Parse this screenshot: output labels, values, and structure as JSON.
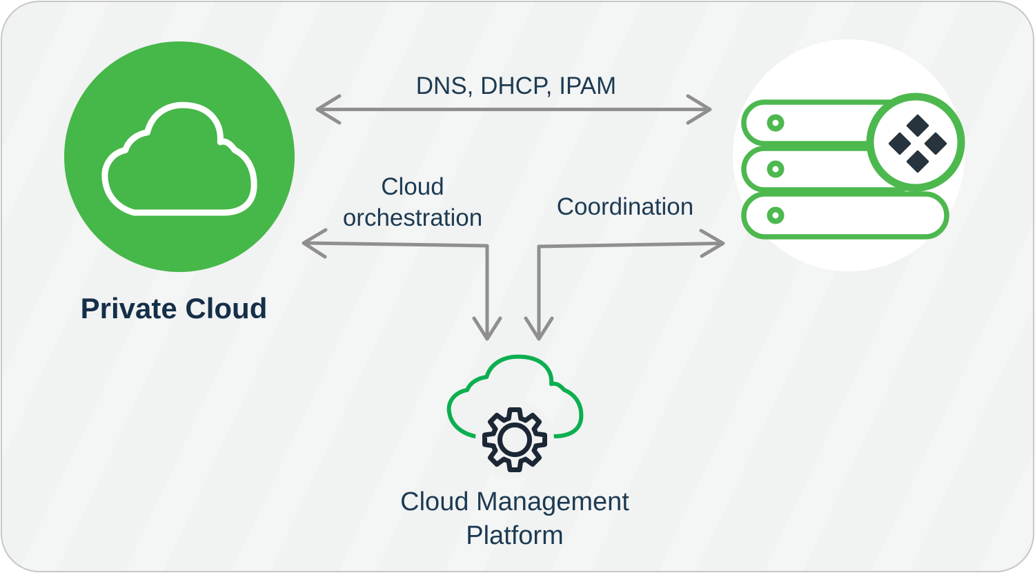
{
  "diagram": {
    "colors": {
      "card_bg": "#F1F2F2",
      "green_primary": "#46B749",
      "green_server": "#4CB84E",
      "green_cloud": "#0CAF50",
      "arrow_gray": "#8F8F8F",
      "navy_text": "#1C3A52",
      "navy_heading": "#152F49",
      "dark_diamond": "#27333D",
      "dark_gear": "#1B2735"
    },
    "nodes": {
      "private_cloud": {
        "label": "Private Cloud",
        "icon": "cloud-outline-icon"
      },
      "ddi_server": {
        "icon": "server-stack-icon",
        "badge_icon": "four-diamonds-logo"
      },
      "cloud_management_platform": {
        "label": "Cloud Management\nPlatform",
        "icon": "cloud-gear-icon"
      }
    },
    "edges": {
      "dns": {
        "label": "DNS, DHCP, IPAM",
        "direction": "bidirectional"
      },
      "cloud_orchestration": {
        "label": "Cloud\norchestration",
        "direction": "left-and-down"
      },
      "coordination": {
        "label": "Coordination",
        "direction": "right-and-down"
      }
    }
  }
}
